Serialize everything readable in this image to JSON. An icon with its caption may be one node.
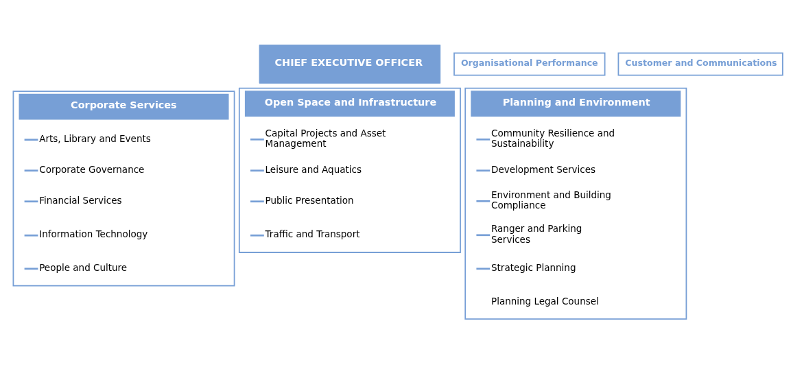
{
  "diagram": {
    "nodes": [
      {
        "text": [
          "CHIEF EXECUTIVE OFFICER"
        ]
      },
      {
        "text": [
          "Organisational Performance"
        ]
      },
      {
        "text": [
          "Customer and Communications"
        ]
      },
      {
        "text": [
          "Corporate Services"
        ]
      },
      {
        "text": [
          "Arts, Library and Events"
        ],
        "in": 3
      },
      {
        "text": [
          "Corporate Governance"
        ],
        "in": 3
      },
      {
        "text": [
          "Financial Services"
        ],
        "in": 3
      },
      {
        "text": [
          "Information Technology"
        ],
        "in": 3
      },
      {
        "text": [
          "People and Culture"
        ],
        "in": 3
      },
      {
        "text": [
          "Open Space and Infrastructure"
        ]
      },
      {
        "text": [
          "Capital Projects and Asset Management"
        ],
        "in": 9
      },
      {
        "text": [
          "Leisure and Aquatics"
        ],
        "in": 9
      },
      {
        "text": [
          "Public Presentation"
        ],
        "in": 9
      },
      {
        "text": [
          "Traffic and Transport"
        ],
        "in": 9
      },
      {
        "text": [
          "Planning and Environment"
        ]
      },
      {
        "text": [
          "Community Resilience and Sustainability"
        ],
        "in": 14
      },
      {
        "text": [
          "Development Services"
        ],
        "in": 14
      },
      {
        "text": [
          "Environment and Building Compliance"
        ],
        "in": 14
      },
      {
        "text": [
          "Ranger and Parking Services"
        ],
        "in": 14
      },
      {
        "text": [
          "Strategic Planning"
        ],
        "in": 14
      },
      {
        "text": [
          "Planning Legal Counsel"
        ],
        "in": 14
      }
    ],
    "edges": []
  }
}
